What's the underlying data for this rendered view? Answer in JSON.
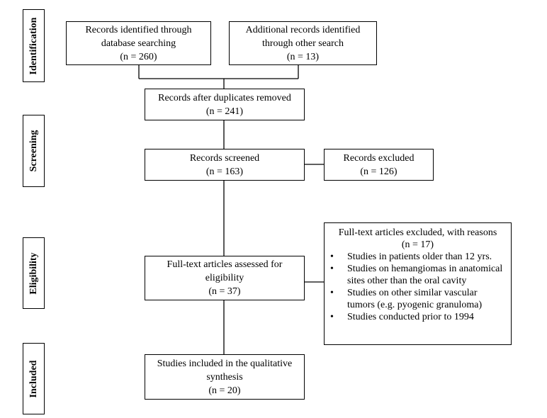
{
  "stages": {
    "identification": "Identification",
    "screening": "Screening",
    "eligibility": "Eligibility",
    "included": "Included"
  },
  "boxes": {
    "database_records": {
      "line1": "Records identified through",
      "line2": "database searching",
      "line3": "(n = 260)"
    },
    "other_records": {
      "line1": "Additional records identified",
      "line2": "through other search",
      "line3": "(n = 13)"
    },
    "duplicates_removed": {
      "line1": "Records after duplicates removed",
      "line2": "(n = 241)"
    },
    "screened": {
      "line1": "Records screened",
      "line2": "(n = 163)"
    },
    "excluded": {
      "line1": "Records excluded",
      "line2": "(n = 126)"
    },
    "full_text_assessed": {
      "line1": "Full-text articles assessed for",
      "line2": "eligibility",
      "line3": "(n = 37)"
    },
    "included_studies": {
      "line1": "Studies included in the qualitative",
      "line2": "synthesis",
      "line3": "(n = 20)"
    }
  },
  "full_text_excluded": {
    "heading": "Full-text articles excluded, with reasons",
    "count": "(n = 17)",
    "bullet_symbol": "•",
    "reasons": [
      "Studies in patients older than 12 yrs.",
      "Studies on hemangiomas in anatomical sites other than the oral cavity",
      "Studies on other similar vascular tumors (e.g. pyogenic granuloma)",
      "Studies conducted prior to 1994"
    ]
  }
}
